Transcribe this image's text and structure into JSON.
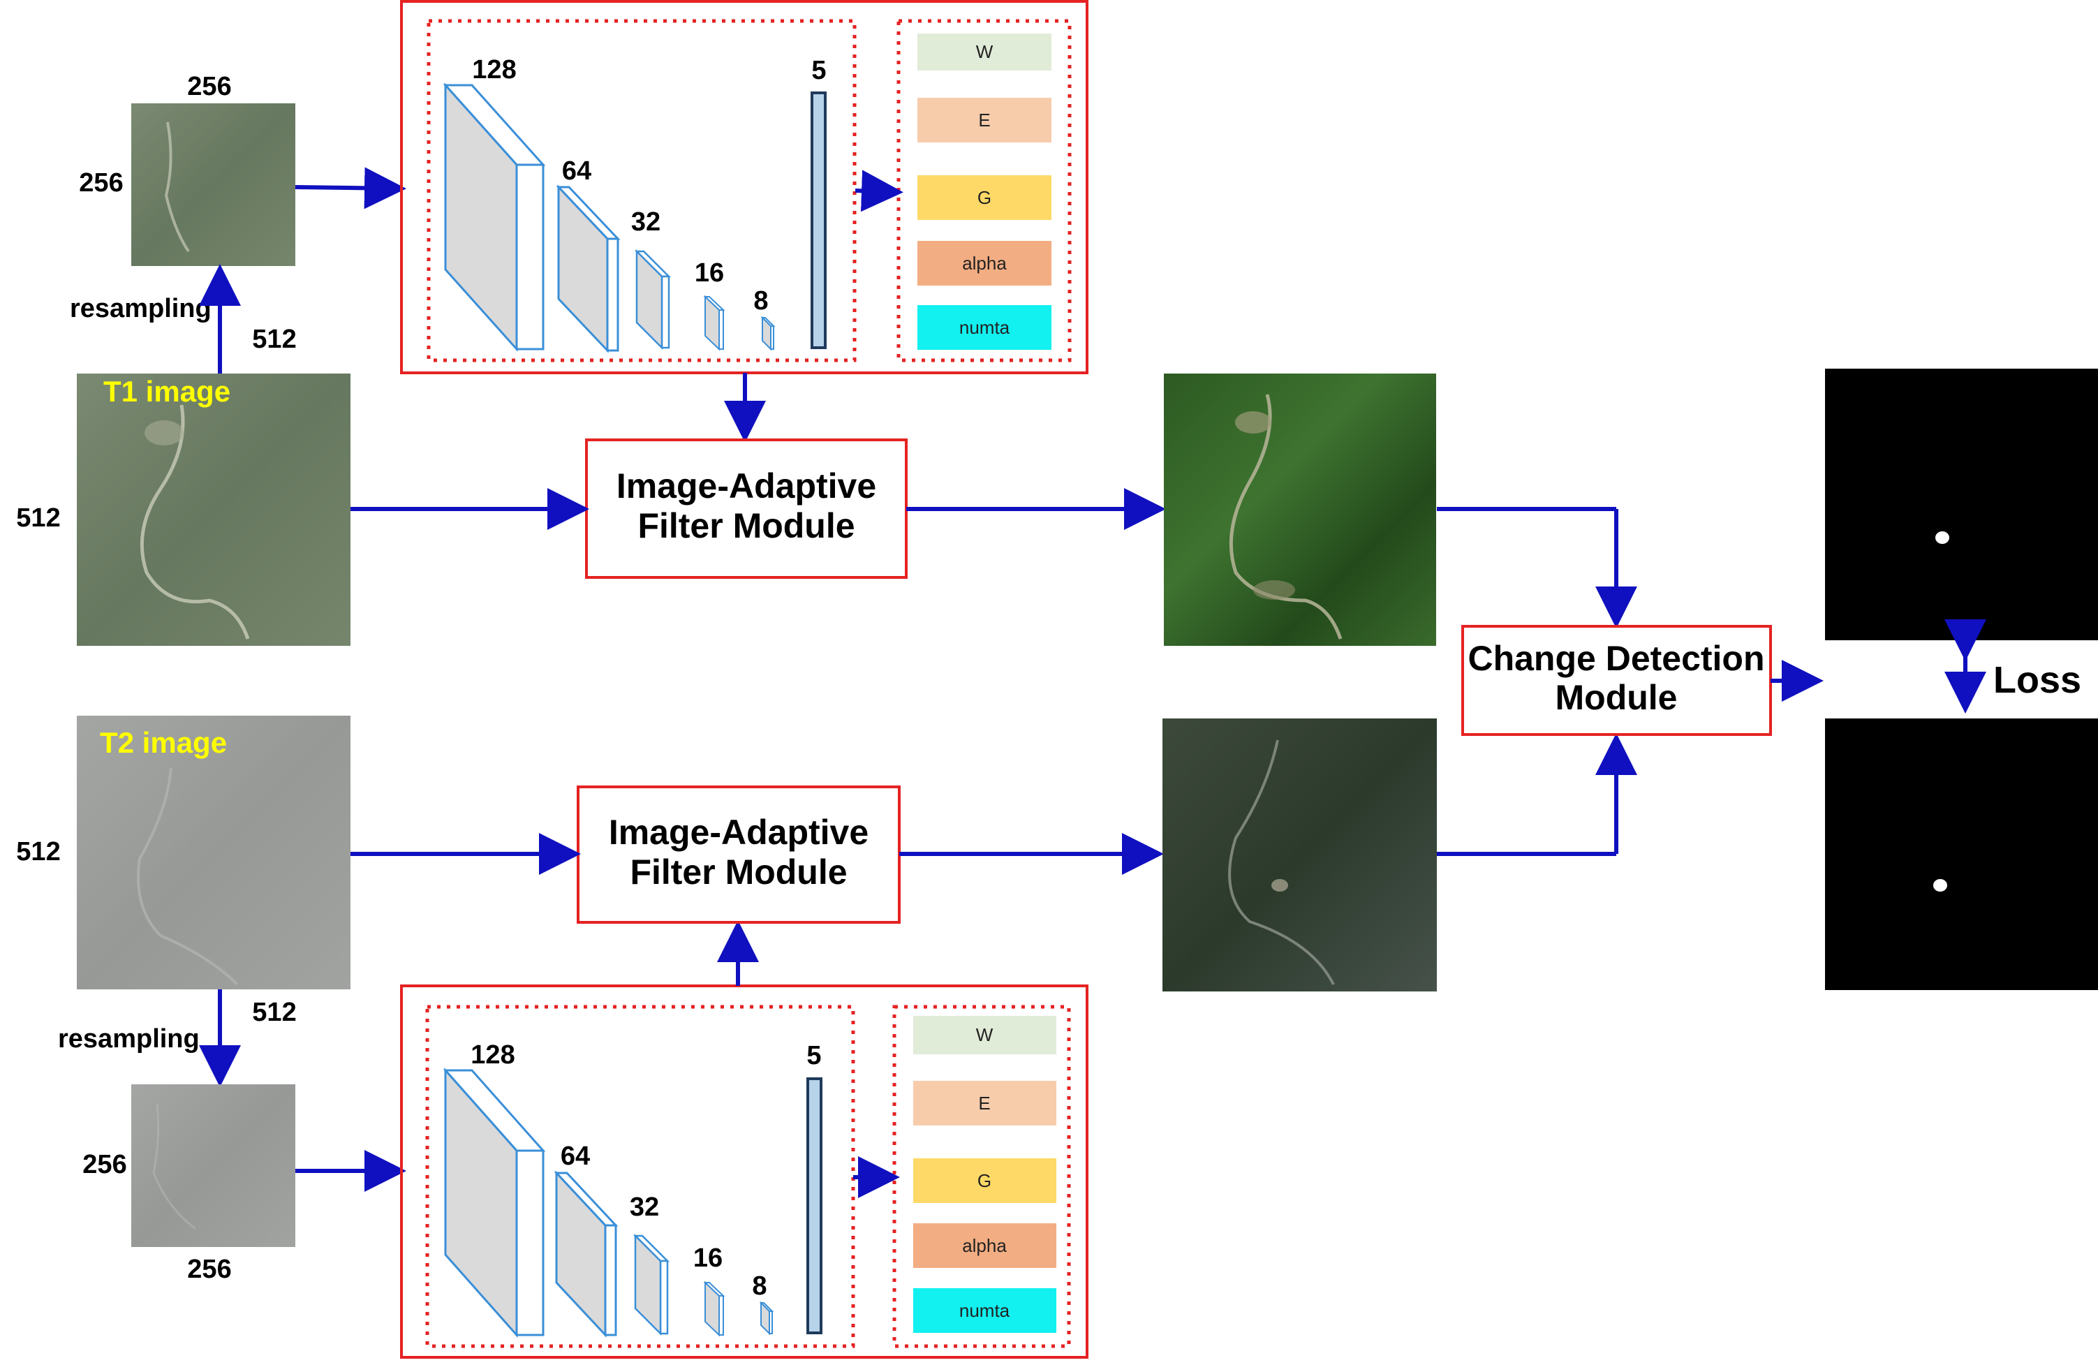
{
  "colors": {
    "arrow": "#1010c0",
    "red_border": "#e52222",
    "dotted_border": "#e52222",
    "layer_fill": "#dadada",
    "layer_stroke": "#3a8fd8",
    "vector_fill": "#b7d3ea",
    "param_W": "#e1ecd8",
    "param_E": "#f7ccab",
    "param_G": "#ffd967",
    "param_alpha": "#f3ad82",
    "param_numta": "#12f0f0",
    "hazy_t1": "#6f8068",
    "hazy_t2": "#9c9e9c",
    "clear_t1": "#2f5b24",
    "clear_t2": "#3a4638",
    "mask_bg": "#000000",
    "mask_fg": "#ffffff"
  },
  "top_branch": {
    "image_title": "T1 image",
    "size_left": "512",
    "size_down": "512",
    "resample_label": "resampling",
    "small_top": "256",
    "small_left": "256",
    "cnn": {
      "layers": [
        "128",
        "64",
        "32",
        "16",
        "8"
      ],
      "output_dim": "5",
      "params": [
        "W",
        "E",
        "G",
        "alpha",
        "numta"
      ]
    },
    "filter_line1": "Image-Adaptive",
    "filter_line2": "Filter Module"
  },
  "bottom_branch": {
    "image_title": "T2 image",
    "size_left": "512",
    "size_down": "512",
    "resample_label": "resampling",
    "small_left": "256",
    "small_bottom": "256",
    "cnn": {
      "layers": [
        "128",
        "64",
        "32",
        "16",
        "8"
      ],
      "output_dim": "5",
      "params": [
        "W",
        "E",
        "G",
        "alpha",
        "numta"
      ]
    },
    "filter_line1": "Image-Adaptive",
    "filter_line2": "Filter Module"
  },
  "change_detection": {
    "line1": "Change Detection",
    "line2": "Module"
  },
  "loss_label": "Loss"
}
